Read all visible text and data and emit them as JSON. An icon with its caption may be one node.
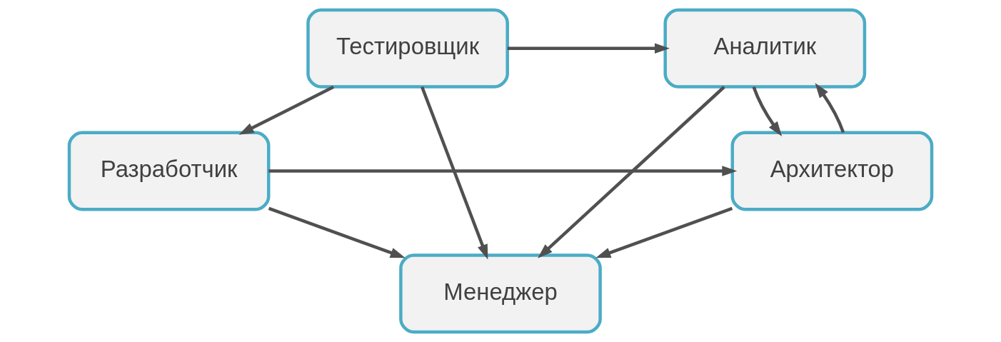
{
  "diagram": {
    "nodes": [
      {
        "text": [
          "Аналитик"
        ]
      },
      {
        "text": [
          "Тестировщик"
        ]
      },
      {
        "text": [
          "Менеджер"
        ]
      },
      {
        "text": [
          "Архитектор"
        ]
      },
      {
        "text": [
          "Разработчик"
        ]
      }
    ],
    "edges": [
      {
        "from": 1,
        "to": 0,
        "arrow": "to"
      },
      {
        "from": 0,
        "to": 2,
        "arrow": "to"
      },
      {
        "from": 1,
        "to": 2,
        "arrow": "to"
      },
      {
        "from": 1,
        "to": 4,
        "arrow": "to"
      },
      {
        "from": 4,
        "to": 2,
        "arrow": "to"
      },
      {
        "from": 0,
        "to": 3,
        "arrow": "to"
      },
      {
        "from": 3,
        "to": 0,
        "arrow": "to"
      },
      {
        "from": 3,
        "to": 2,
        "arrow": "to"
      },
      {
        "from": 4,
        "to": 3,
        "arrow": "to"
      }
    ]
  }
}
